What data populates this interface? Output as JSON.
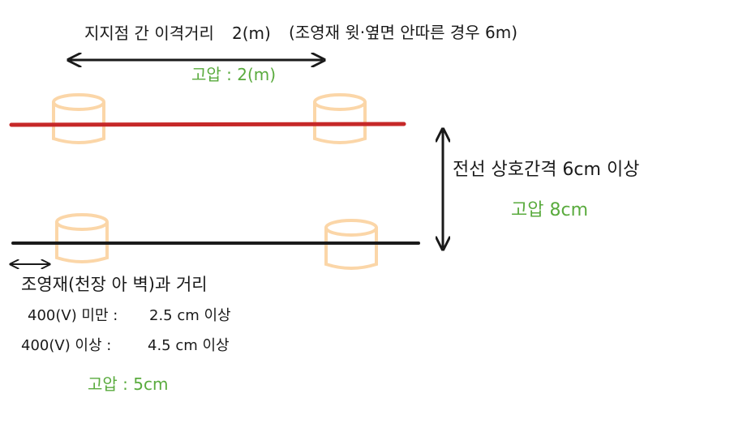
{
  "support_spacing": {
    "label": "지지점 간 이격거리",
    "value": "2(m)",
    "note": "(조영재 윗·옆면 안따른 경우 6m)",
    "high_voltage": "고압 : 2(m)"
  },
  "wire_spacing": {
    "label": "전선 상호간격 6cm 이상",
    "high_voltage": "고압 8cm"
  },
  "structure_distance": {
    "title": "조영재(천장 아 벽)과 거리",
    "rows": [
      {
        "condition": "400(V) 미만 :",
        "value": "2.5 cm 이상"
      },
      {
        "condition": "400(V) 이상 :",
        "value": "4.5 cm 이상"
      }
    ],
    "high_voltage": "고압 : 5cm"
  },
  "colors": {
    "wire_top": "#c62828",
    "wire_bottom": "#1a1a1a",
    "insulator": "#fbd6a8",
    "high_voltage_text": "#5aab3e"
  }
}
